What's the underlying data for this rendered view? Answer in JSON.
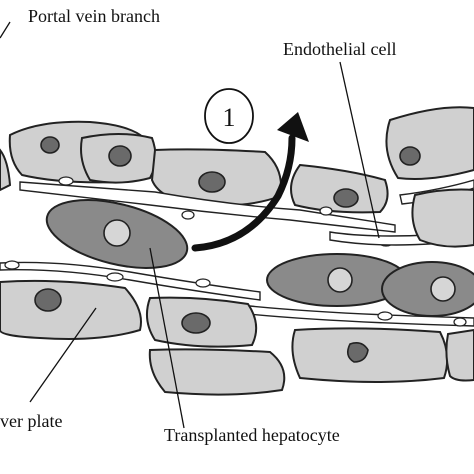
{
  "labels": {
    "portal_vein": "Portal vein branch",
    "endothelial": "Endothelial cell",
    "liver_plate": "ver plate",
    "transplanted": "Transplanted hepatocyte",
    "step_number": "1"
  }
}
